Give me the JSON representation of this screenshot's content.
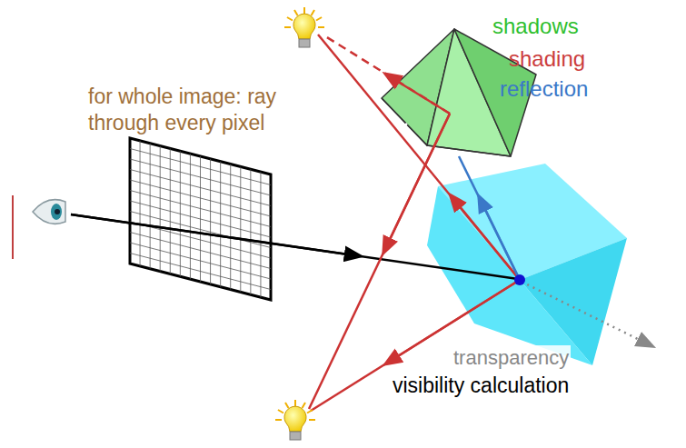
{
  "diagram": {
    "labels": [
      "for whole image: ray through every pixel",
      "shadows",
      "shading",
      "reflection",
      "transparency",
      "visibility calculation"
    ]
  }
}
